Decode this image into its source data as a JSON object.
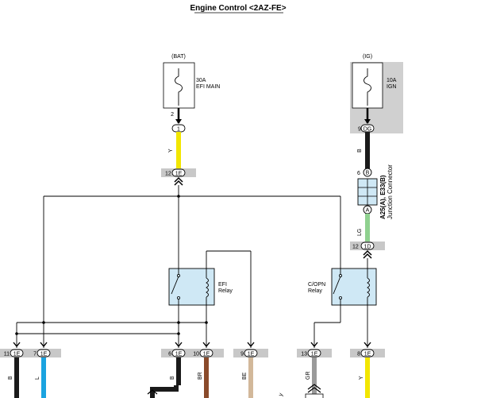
{
  "title": "Engine Control <2AZ-FE>",
  "sources": {
    "bat": "(BAT)",
    "ig": "(IG)"
  },
  "fuses": {
    "main": {
      "amp": "30A",
      "name": "EFI MAIN",
      "pin": "2"
    },
    "ign": {
      "amp": "10A",
      "name": "IGN"
    }
  },
  "connectors": {
    "c1": {
      "id": "1"
    },
    "dg": {
      "pin": "9",
      "id": "DG"
    },
    "e1_top": {
      "pin": "12",
      "id": "1E"
    },
    "b_junction": {
      "pin": "6",
      "id": "B"
    },
    "a_junction": {
      "id": "A"
    },
    "d1": {
      "pin": "12",
      "id": "1D"
    },
    "bottom": [
      {
        "pin": "11",
        "id": "1E",
        "wire": "B"
      },
      {
        "pin": "7",
        "id": "1E",
        "wire": "L"
      },
      {
        "pin": "6",
        "id": "1E",
        "wire": "B"
      },
      {
        "pin": "10",
        "id": "1E",
        "wire": "BR"
      },
      {
        "pin": "9",
        "id": "1E",
        "wire": "BE"
      },
      {
        "pin": "13",
        "id": "1E",
        "wire": "GR"
      },
      {
        "pin": "8",
        "id": "1E",
        "wire": "Y"
      }
    ]
  },
  "wires": {
    "y_top": "Y",
    "b_mid": "B",
    "lg": "LG"
  },
  "junction": {
    "code": "A25(A), E33(B)",
    "name": "Junction Connector"
  },
  "relays": {
    "efi": {
      "line1": "EFI",
      "line2": "Relay"
    },
    "copn": {
      "line1": "C/OPN",
      "line2": "Relay"
    }
  },
  "partial_label": "y",
  "colors": {
    "yellow": "#f2e600",
    "black": "#1a1a1a",
    "light_green": "#8fd18f",
    "blue": "#1aa3e0",
    "brown": "#8a4a2a",
    "beige": "#d2b89a",
    "gray": "#9a9a9a",
    "relay_blue": "#cfe8f5",
    "fuse_gray": "#d0d0d0",
    "pin_gray": "#c8c8c8"
  }
}
